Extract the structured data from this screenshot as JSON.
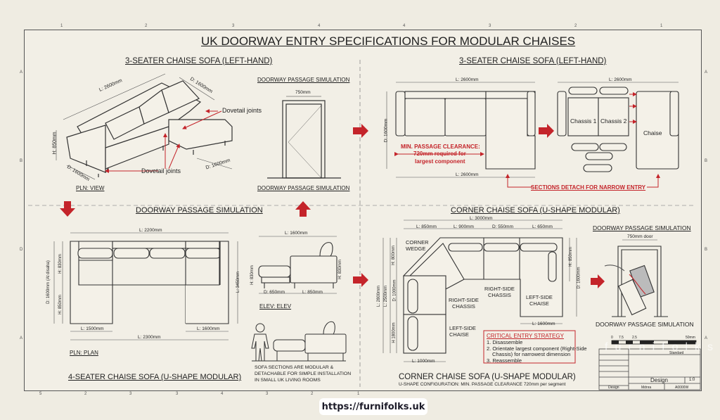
{
  "title": "UK DOORWAY ENTRY SPECIFICATIONS FOR MODULAR CHAISES",
  "border": {
    "top_ticks": [
      "1",
      "2",
      "3",
      "4",
      "4",
      "3",
      "2",
      "1"
    ],
    "bottom_ticks": [
      "5",
      "2",
      "3",
      "3",
      "4",
      "3",
      "2",
      "1"
    ],
    "left_ticks": [
      "A",
      "B",
      "D",
      "A"
    ],
    "right_ticks": [
      "A",
      "B",
      "B",
      "A"
    ]
  },
  "panel_tl": {
    "heading": "3-SEATER CHAISE SOFA (LEFT-HAND)",
    "dims": {
      "length": "L: 2600mm",
      "depth_top": "D: 1600mm",
      "height": "H: 850mm",
      "depth_left": "D: 1600mm",
      "depth_chaise": "D: 1600mm"
    },
    "callouts": {
      "dovetail_top": "Dovetail joints",
      "dovetail_bottom": "Dovetail joints"
    },
    "view_label": "PLN: VIEW",
    "door": {
      "heading": "DOORWAY PASSAGE SIMULATION",
      "width": "750mm",
      "caption": "DOORWAY PASSAGE SIMULATION"
    }
  },
  "panel_tr": {
    "heading": "3-SEATER CHAISE SOFA (LEFT-HAND)",
    "assembled": {
      "length_top": "L: 2600mm",
      "length_bottom": "L: 2600mm",
      "depth": "D: 1600mm",
      "clearance_title": "MIN. PASSAGE CLEARANCE:",
      "clearance_line1": "720mm required for",
      "clearance_line2": "largest component"
    },
    "exploded": {
      "length": "L: 2600mm",
      "chassis1": "Chassis 1",
      "chassis2": "Chassis 2",
      "chaise": "Chaise"
    },
    "note": "SECTIONS DETACH FOR NARROW ENTRY"
  },
  "panel_bl": {
    "heading": "DOORWAY PASSAGE SIMULATION",
    "plan": {
      "length_top": "L: 2200mm",
      "depth": "D: 1600mm (At disaha)",
      "h_upper": "H: 830mm",
      "h_lower": "H: 850mm",
      "l_right": "L: 3450mm",
      "l_left_bottom": "L: 1500mm",
      "l_right_bottom": "L: 1600mm",
      "l_total": "L: 2300mm",
      "view_label": "PLN: PLAN"
    },
    "elev": {
      "length": "L: 1600mm",
      "h_left": "H: 830mm",
      "h_right": "H: 830mm",
      "depth": "D: 650mm",
      "l_seat": "L: 850mm",
      "view_label": "ELEV: ELEV"
    },
    "note_lines": [
      "SOFA SECTIONS ARE MODULAR &",
      "DETACHABLE FOR SIMPLE INSTALLATION",
      "IN SMALL UK LIVING ROOMS"
    ],
    "footer_title": "4-SEATER CHAISE SOFA (U-SHAPE MODULAR)"
  },
  "panel_br": {
    "heading": "CORNER CHAISE SOFA (U-SHAPE MODULAR)",
    "dims": {
      "total": "L: 3000mm",
      "seg1": "L: 850mm",
      "seg2": "L: 900mm",
      "seg3": "D: 550mm",
      "seg4": "L: 650mm",
      "left_total": "L: 2800mm",
      "left_mid": "L: 2500mm",
      "h_upper": "H: 800mm",
      "d_mid": "D: 1000mm",
      "h_lower": "H 1800mm",
      "right_h": "H: 850mm",
      "right_d": "D: 1600mm",
      "bottom_chaise": "L: 1600mm",
      "bottom_left": "L: 1000mm"
    },
    "labels": {
      "corner_wedge": [
        "CORNER",
        "WEDGE"
      ],
      "rs_chassis_a": [
        "RIGHT-SIDE",
        "CHASSIS"
      ],
      "rs_chassis_b": [
        "RIGHT-SIDE",
        "CHASSIS"
      ],
      "ls_chaise_a": [
        "LEFT-SIDE",
        "CHAISE"
      ],
      "ls_chaise_b": [
        "LEFT-SIDE",
        "CHAISE"
      ]
    },
    "strategy": {
      "title": "CRITICAL ENTRY STRATEGY",
      "steps": [
        "1. Disassemble",
        "2. Orientate largest component (Right-Side",
        "Chassis) for narrowest dimension",
        "3. Reassemble"
      ]
    },
    "door": {
      "heading": "DOORWAY PASSAGE SIMULATION",
      "width": "750mm door",
      "caption": "DOORWAY PASSAGE SIMULATION"
    },
    "footer_title": "CORNER CHAISE SOFA (U-SHAPE MODULAR)",
    "footer_sub": "U-SHAPE CONFIGURATION: MIN. PASSAGE CLEARANCE 720mm per segment"
  },
  "title_block": {
    "scale_ticks": [
      "0",
      "7.5",
      "2.5",
      "50mm"
    ],
    "standard": "Standard",
    "design_center": "Design",
    "design_left": "Design",
    "scale_value": "1:0",
    "material": "Mdnra",
    "sheet": "A0000W"
  },
  "watermark": "furnifolks",
  "footer_url": "https://furnifolks.uk",
  "colors": {
    "accent_red": "#c4242a",
    "ink": "#333333",
    "paper": "#f2efe6"
  }
}
